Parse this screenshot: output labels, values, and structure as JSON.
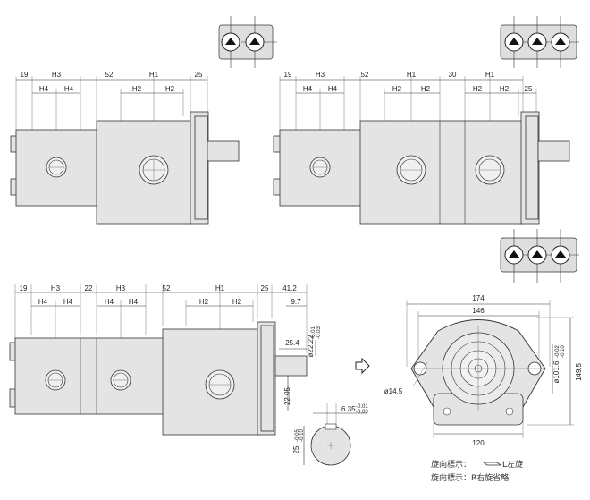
{
  "pump_single": {
    "dims": [
      "19",
      "H3",
      "H4",
      "H4",
      "52",
      "H1",
      "H2",
      "H2",
      "25"
    ]
  },
  "pump_double": {
    "dims": [
      "19",
      "H3",
      "H4",
      "H4",
      "52",
      "H1",
      "H2",
      "H2",
      "30",
      "H1",
      "H2",
      "H2",
      "25"
    ]
  },
  "pump_triple": {
    "dims": [
      "19",
      "H3",
      "H4",
      "H4",
      "22",
      "H3",
      "H4",
      "H4",
      "52",
      "H1",
      "H2",
      "H2",
      "25",
      "41.2",
      "9.7",
      "25.4",
      "22.05"
    ],
    "shaft_dia": "ø22.22",
    "shaft_dia_tol_upper": "-0.01",
    "shaft_dia_tol_lower": "-0.03"
  },
  "keyway": {
    "width": "6.35",
    "width_tol_upper": "-0.01",
    "width_tol_lower": "-0.03",
    "depth": "25",
    "depth_tol_upper": "-0.05",
    "depth_tol_lower": "-0.10"
  },
  "front_view": {
    "width_overall": "174",
    "bolt_pitch": "146",
    "height": "149.5",
    "pilot_dia": "ø101.6",
    "pilot_tol_upper": "-0.02",
    "pilot_tol_lower": "-0.10",
    "hole_dia": "ø14.5",
    "base_width": "120"
  },
  "rotation_notes": {
    "line1_prefix": "旋向標示：",
    "line1_suffix": "L左旋",
    "line2": "旋向標示：R右旋省略"
  }
}
